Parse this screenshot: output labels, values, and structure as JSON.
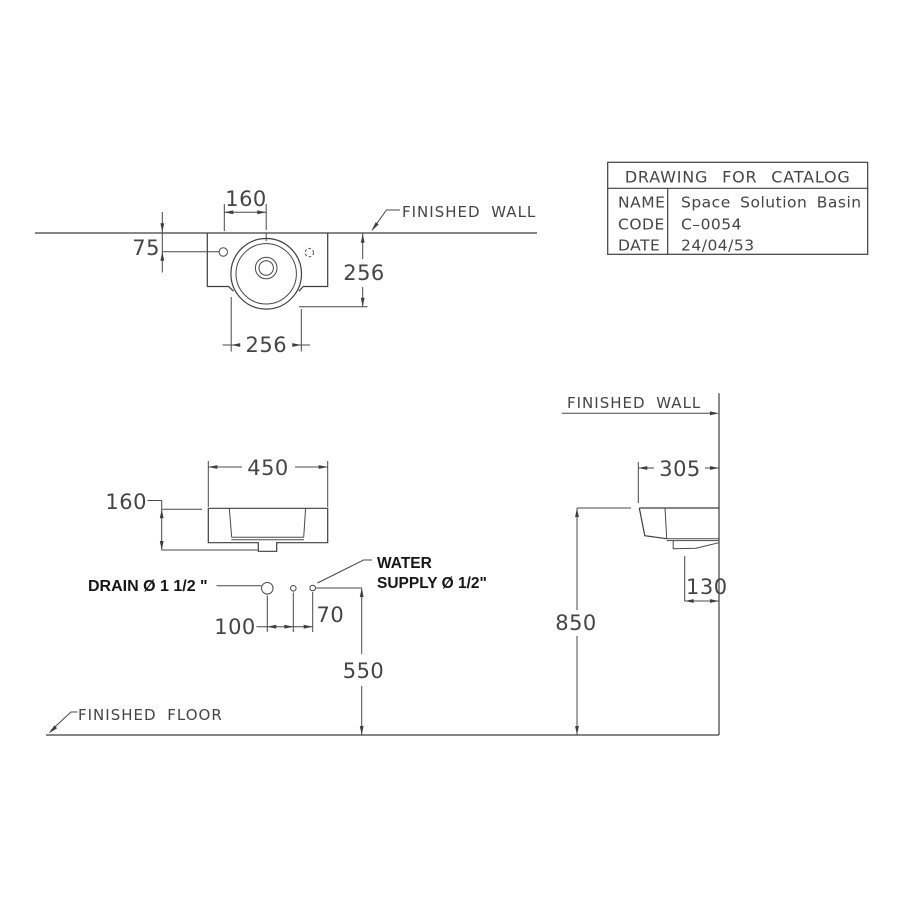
{
  "title_block": {
    "header": "DRAWING FOR CATALOG",
    "rows": [
      {
        "label": "NAME",
        "value": "Space Solution Basin"
      },
      {
        "label": "CODE",
        "value": "C–0054"
      },
      {
        "label": "DATE",
        "value": "24/04/53"
      }
    ]
  },
  "labels": {
    "finished_wall_top": "FINISHED WALL",
    "finished_wall_side": "FINISHED WALL",
    "finished_floor": "FINISHED FLOOR",
    "drain": "DRAIN Ø 1 1/2 \"",
    "water_supply_line1": "WATER",
    "water_supply_line2": "SUPPLY Ø 1/2\""
  },
  "dimensions": {
    "top_view": {
      "faucet_center_offset": "160",
      "hole_from_wall": "75",
      "basin_depth": "256",
      "bowl_width": "256"
    },
    "front_view": {
      "width": "450",
      "body_height": "160",
      "drain_to_supply": "100",
      "supply_spacing": "70",
      "drain_height": "550"
    },
    "side_view": {
      "depth_from_wall": "305",
      "outlet_from_wall": "130",
      "rim_height": "850"
    }
  },
  "colors": {
    "line": "#3e3e3e",
    "text": "#454545",
    "bold_text": "#161616",
    "background": "#ffffff"
  }
}
